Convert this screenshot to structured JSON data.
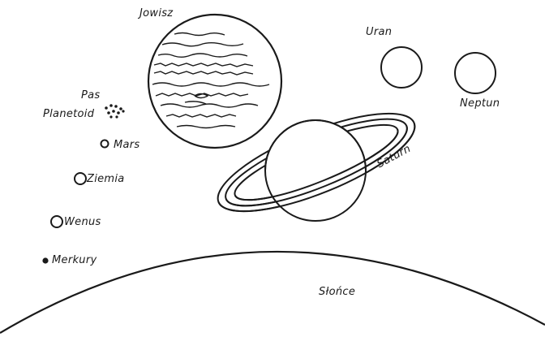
{
  "labels": {
    "jupiter": "Jowisz",
    "uranus": "Uran",
    "neptune": "Neptun",
    "belt_line1": "Pas",
    "belt_line2": "Planetoid",
    "mars": "Mars",
    "earth": "Ziemia",
    "venus": "Wenus",
    "mercury": "Merkury",
    "saturn": "Saturn",
    "sun": "Słońce"
  },
  "colors": {
    "ink": "#1a1a1a",
    "background": "#ffffff"
  }
}
